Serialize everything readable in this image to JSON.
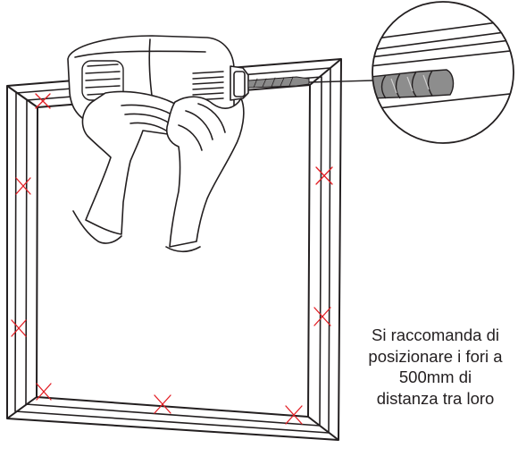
{
  "illustration": {
    "frame_color": "#231f20",
    "marker_color": "#e31e24",
    "marker_symbol": "cross",
    "drill_bit_color": "#8a8a8a",
    "hole_spacing": "500mm"
  },
  "caption": {
    "lines": [
      "Si raccomanda di",
      "posizionare i fori a",
      "500mm di",
      "distanza tra loro"
    ]
  }
}
